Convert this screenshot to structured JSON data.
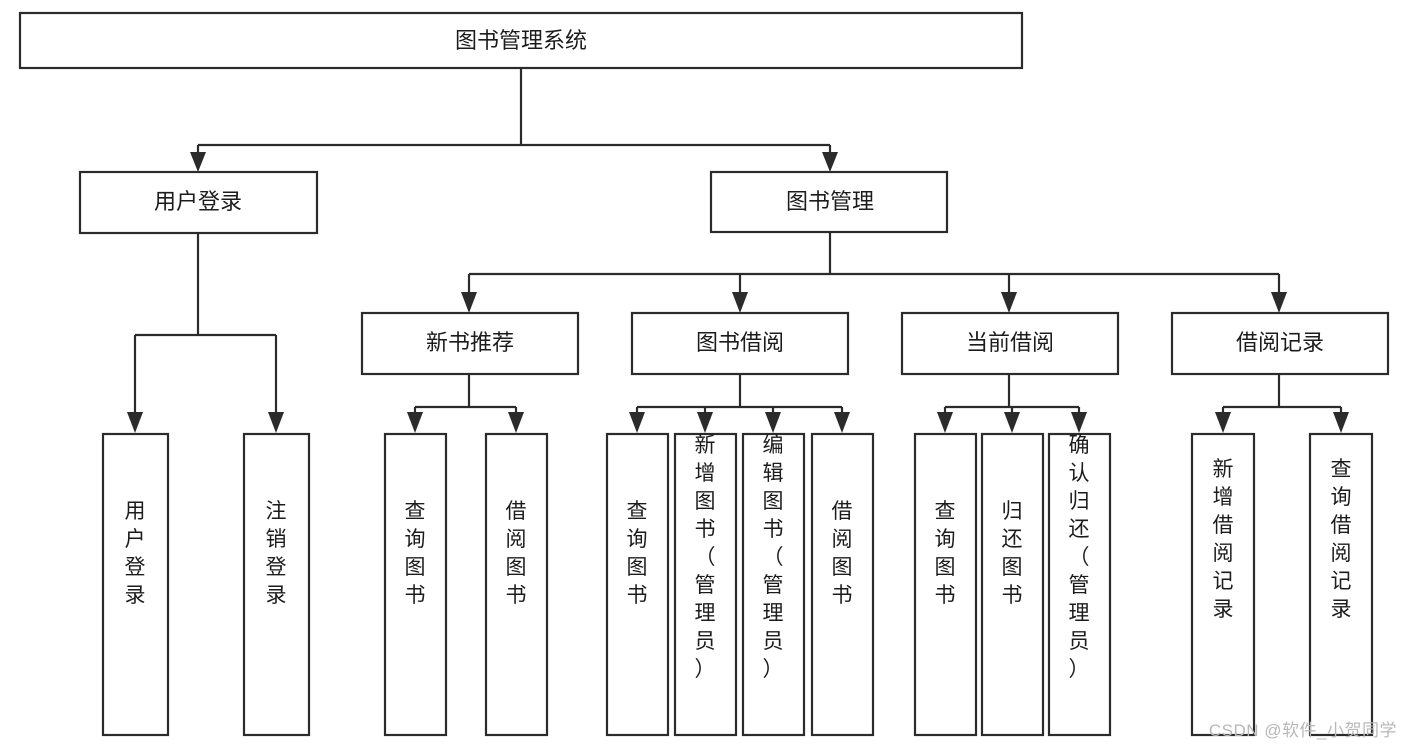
{
  "diagram": {
    "type": "tree",
    "title": "图书管理系统",
    "root": {
      "id": "root",
      "label": "图书管理系统",
      "orientation": "horizontal"
    },
    "level2": [
      {
        "id": "user-login",
        "label": "用户登录",
        "orientation": "horizontal"
      },
      {
        "id": "book-management",
        "label": "图书管理",
        "orientation": "horizontal"
      }
    ],
    "level3": [
      {
        "id": "new-book-recommend",
        "label": "新书推荐",
        "orientation": "horizontal",
        "parent": "book-management"
      },
      {
        "id": "book-borrow",
        "label": "图书借阅",
        "orientation": "horizontal",
        "parent": "book-management"
      },
      {
        "id": "current-borrow",
        "label": "当前借阅",
        "orientation": "horizontal",
        "parent": "book-management"
      },
      {
        "id": "borrow-record",
        "label": "借阅记录",
        "orientation": "horizontal",
        "parent": "book-management"
      }
    ],
    "leaves": [
      {
        "id": "leaf-user-login",
        "label": "用户登录",
        "orientation": "vertical",
        "parent": "user-login"
      },
      {
        "id": "leaf-logout",
        "label": "注销登录",
        "orientation": "vertical",
        "parent": "user-login"
      },
      {
        "id": "leaf-query-book-1",
        "label": "查询图书",
        "orientation": "vertical",
        "parent": "new-book-recommend"
      },
      {
        "id": "leaf-borrow-book-1",
        "label": "借阅图书",
        "orientation": "vertical",
        "parent": "new-book-recommend"
      },
      {
        "id": "leaf-query-book-2",
        "label": "查询图书",
        "orientation": "vertical",
        "parent": "book-borrow"
      },
      {
        "id": "leaf-add-book",
        "label": "新增图书（管理员）",
        "orientation": "vertical",
        "parent": "book-borrow"
      },
      {
        "id": "leaf-edit-book",
        "label": "编辑图书（管理员）",
        "orientation": "vertical",
        "parent": "book-borrow"
      },
      {
        "id": "leaf-borrow-book-2",
        "label": "借阅图书",
        "orientation": "vertical",
        "parent": "book-borrow"
      },
      {
        "id": "leaf-query-book-3",
        "label": "查询图书",
        "orientation": "vertical",
        "parent": "current-borrow"
      },
      {
        "id": "leaf-return-book",
        "label": "归还图书",
        "orientation": "vertical",
        "parent": "current-borrow"
      },
      {
        "id": "leaf-confirm-return",
        "label": "确认归还（管理员）",
        "orientation": "vertical",
        "parent": "current-borrow"
      },
      {
        "id": "leaf-add-record",
        "label": "新增借阅记录",
        "orientation": "vertical",
        "parent": "borrow-record"
      },
      {
        "id": "leaf-query-record",
        "label": "查询借阅记录",
        "orientation": "vertical",
        "parent": "borrow-record"
      }
    ]
  },
  "watermark": {
    "text": "CSDN @软件_小贺同学"
  },
  "colors": {
    "box_stroke": "#2b2b2b",
    "box_fill": "#ffffff",
    "text": "#1c1c1c",
    "background": "#ffffff",
    "watermark": "#b8b8b8"
  }
}
